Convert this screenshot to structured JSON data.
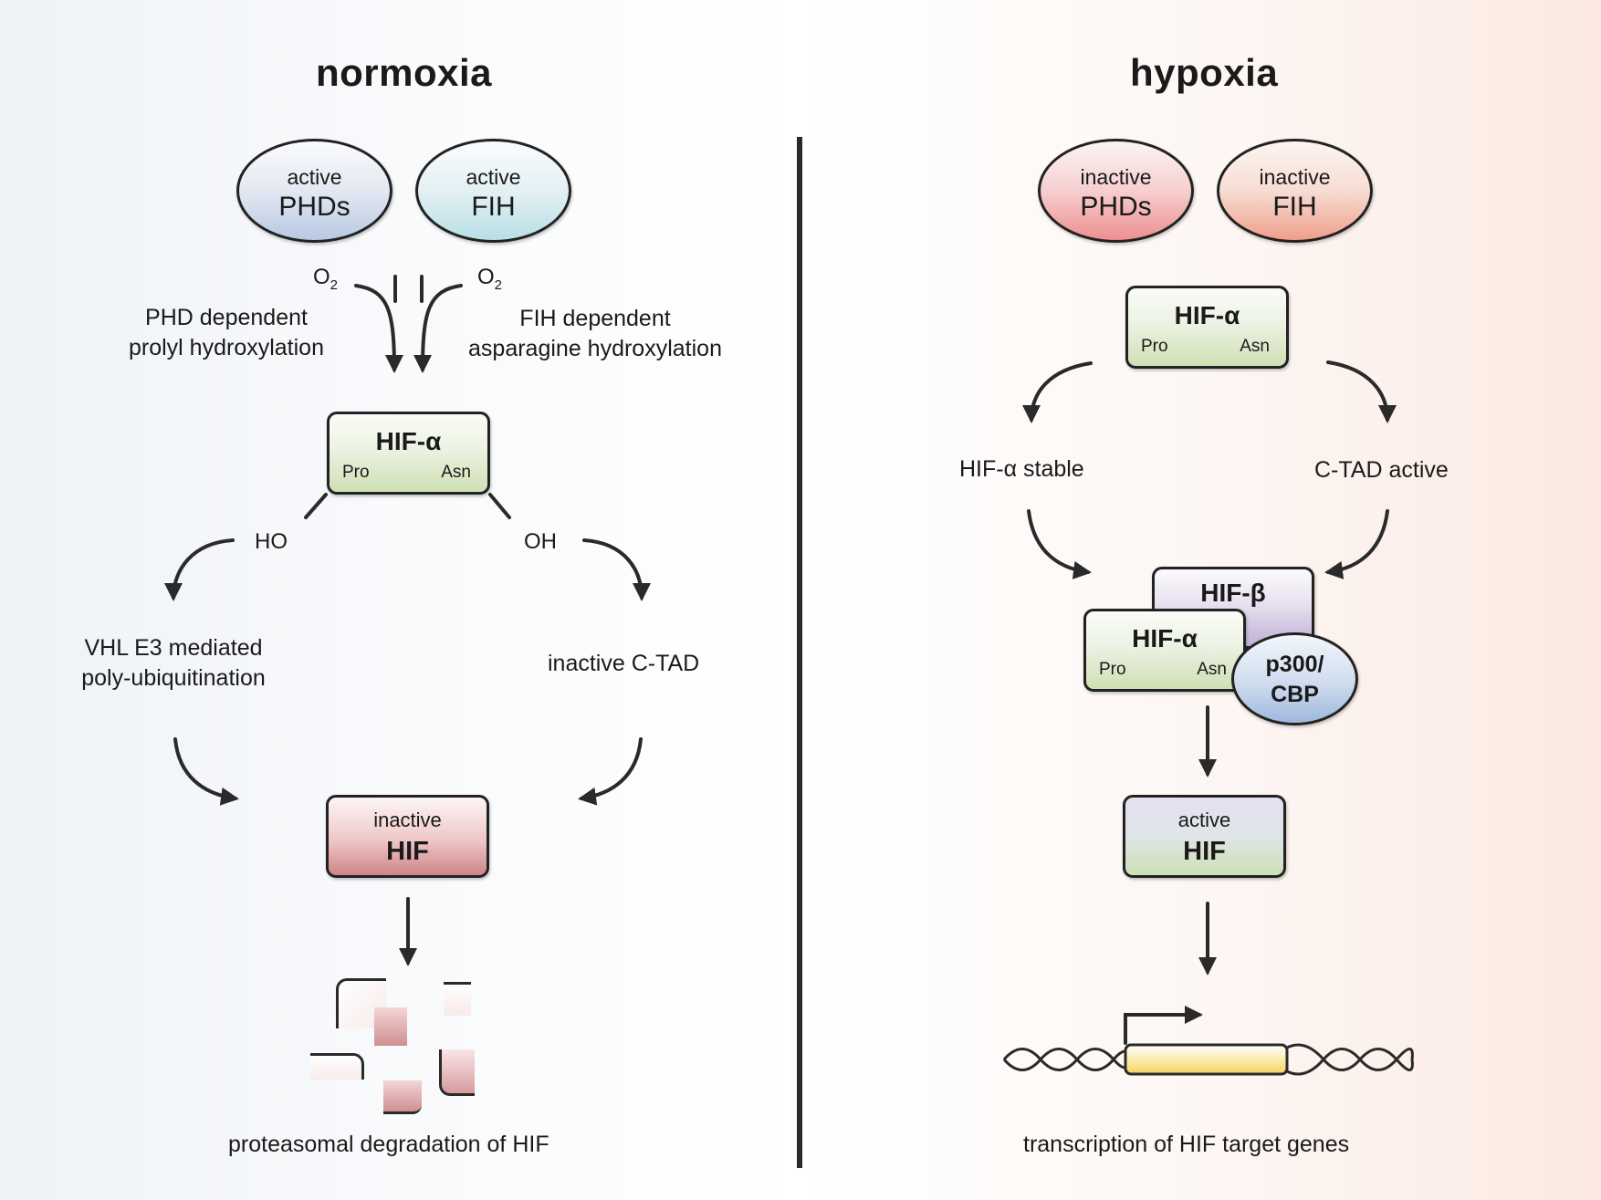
{
  "normoxia": {
    "title": "normoxia",
    "phd_enzyme": {
      "state": "active",
      "name": "PHDs"
    },
    "fih_enzyme": {
      "state": "active",
      "name": "FIH"
    },
    "o2_left": "O",
    "o2_right": "O",
    "o2_subscript": "2",
    "phd_process": [
      "PHD dependent",
      "prolyl hydroxylation"
    ],
    "fih_process": [
      "FIH dependent",
      "asparagine hydroxylation"
    ],
    "hif_alpha": {
      "name": "HIF-α",
      "pro": "Pro",
      "asn": "Asn"
    },
    "ho": "HO",
    "oh": "OH",
    "vhl_process": [
      "VHL E3 mediated",
      "poly-ubiquitination"
    ],
    "ctad_state": "inactive C-TAD",
    "inactive_hif": {
      "state": "inactive",
      "name": "HIF"
    },
    "outcome": "proteasomal degradation of HIF"
  },
  "hypoxia": {
    "title": "hypoxia",
    "phd_enzyme": {
      "state": "inactive",
      "name": "PHDs"
    },
    "fih_enzyme": {
      "state": "inactive",
      "name": "FIH"
    },
    "hif_alpha": {
      "name": "HIF-α",
      "pro": "Pro",
      "asn": "Asn"
    },
    "stable_label": "HIF-α stable",
    "ctad_label": "C-TAD active",
    "complex": {
      "hif_beta": "HIF-β",
      "hif_alpha": {
        "name": "HIF-α",
        "pro": "Pro",
        "asn": "Asn"
      },
      "coactivator": [
        "p300/",
        "CBP"
      ]
    },
    "active_hif": {
      "state": "active",
      "name": "HIF"
    },
    "outcome": "transcription of HIF target genes"
  },
  "colors": {
    "pink_red": "#cf8488",
    "green": "#cfe0b4",
    "purple": "#c0b0d6",
    "gene_yellow": "#f6d35c"
  }
}
